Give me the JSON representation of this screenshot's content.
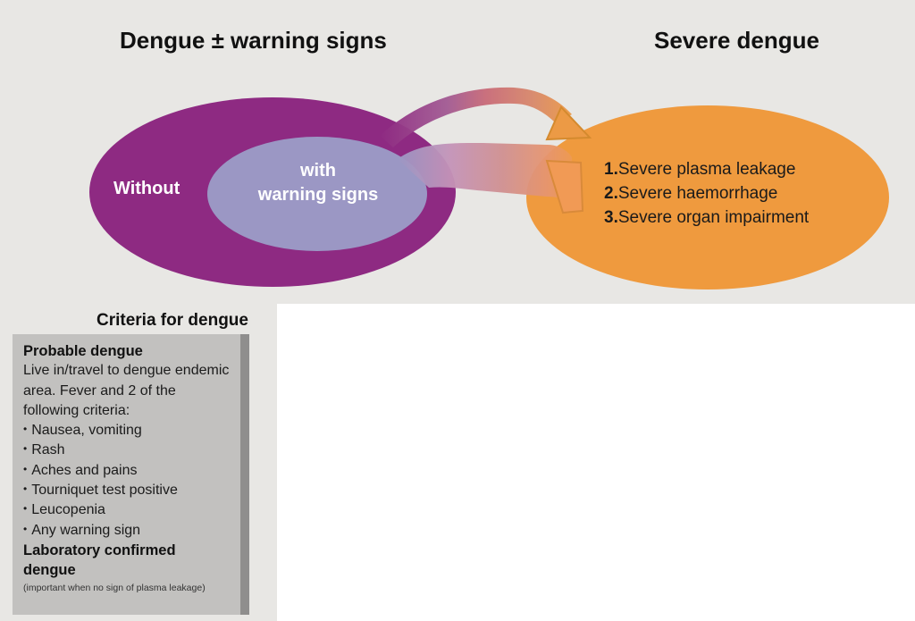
{
  "headings": {
    "left": "Dengue ± warning signs",
    "right": "Severe dengue"
  },
  "ovals": {
    "without_label": "Without",
    "with_label_line1": "with",
    "with_label_line2": "warning signs"
  },
  "severe_items": [
    {
      "number": "1.",
      "text": "Severe plasma leakage"
    },
    {
      "number": "2.",
      "text": "Severe haemorrhage"
    },
    {
      "number": "3.",
      "text": "Severe organ impairment"
    }
  ],
  "criteria": {
    "title": "Criteria for dengue",
    "probable_heading": "Probable dengue",
    "probable_intro": "Live in/travel to dengue endemic area. Fever and 2 of the following criteria:",
    "bullets": [
      "Nausea, vomiting",
      "Rash",
      "Aches and pains",
      "Tourniquet test positive",
      "Leucopenia",
      "Any warning sign"
    ],
    "lab_heading": "Laboratory confirmed dengue",
    "lab_note": "(important when no sign of plasma leakage)"
  },
  "colors": {
    "purple": "#8e2a82",
    "lavender": "#9b97c4",
    "orange": "#ef9a3e",
    "panel_bg": "#e8e7e4",
    "criteria_box": "#c2c1bf"
  },
  "icons": [
    "arrow-top-icon",
    "arrow-bottom-icon"
  ]
}
